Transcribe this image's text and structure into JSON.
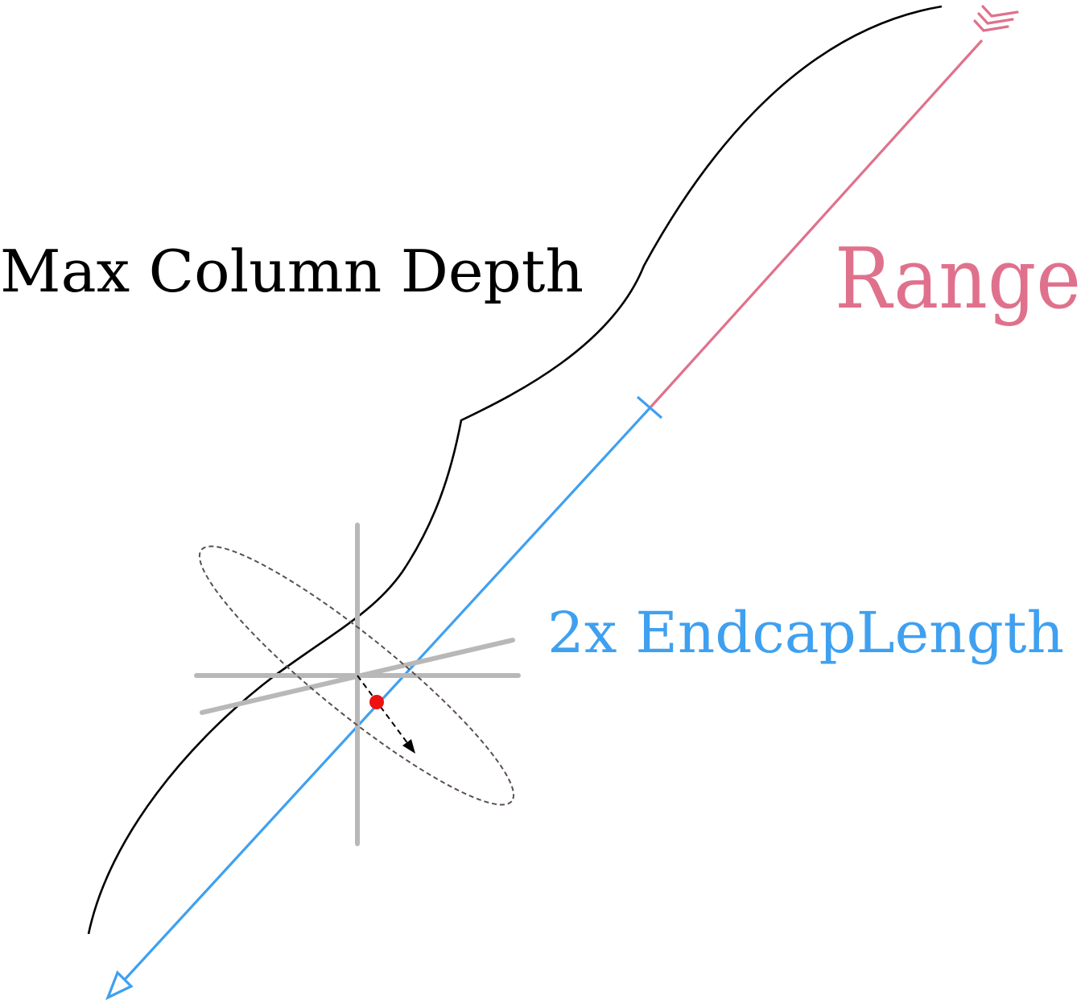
{
  "labels": {
    "max_column_depth": "Max Column Depth",
    "range": "Range",
    "endcap_length": "2x EndcapLength"
  },
  "colors": {
    "depth_curve": "#000000",
    "range_line": "#e0718c",
    "endcap_line": "#3fa0f0",
    "cross_lines": "#b8b8b8",
    "ellipse": "#5a5050",
    "sample_point": "#ee1111",
    "direction_arrow": "#000000"
  },
  "icons": {
    "range_end": "feathered-arrow-tail-icon",
    "endcap_end": "hollow-triangle-arrowhead-icon"
  }
}
